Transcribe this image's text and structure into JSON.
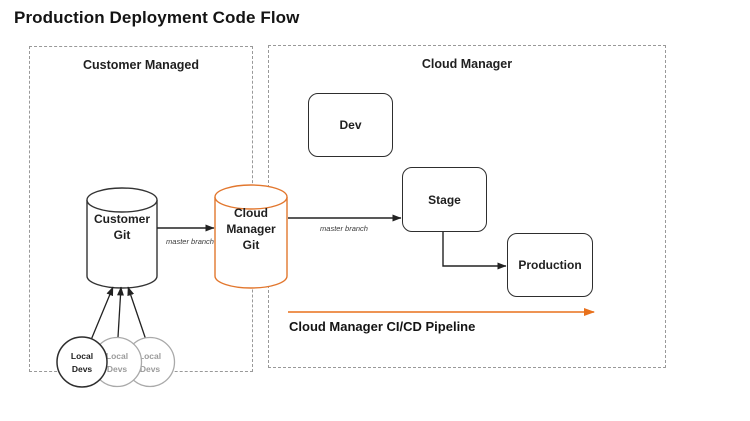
{
  "title": "Production Deployment Code Flow",
  "regions": {
    "customer_managed": {
      "label": "Customer Managed"
    },
    "cloud_manager": {
      "label": "Cloud Manager"
    }
  },
  "nodes": {
    "dev": {
      "label": "Dev"
    },
    "stage": {
      "label": "Stage"
    },
    "production": {
      "label": "Production"
    }
  },
  "cylinders": {
    "customer_git": {
      "lines": [
        "Customer",
        "Git"
      ]
    },
    "cloud_manager_git": {
      "lines": [
        "Cloud",
        "Manager",
        "Git"
      ]
    }
  },
  "edges": {
    "customer_git_to_cloud_manager_git": {
      "label": "master branch"
    },
    "cloud_manager_git_to_stage": {
      "label": "master branch"
    }
  },
  "pipeline": {
    "label": "Cloud Manager CI/CD Pipeline"
  },
  "local_devs": [
    {
      "line1": "Local",
      "line2": "Devs"
    },
    {
      "line1": "Local",
      "line2": "Devs"
    },
    {
      "line1": "Local",
      "line2": "Devs"
    }
  ],
  "colors": {
    "orange_cylinder": "#E2772E",
    "orange_pipeline": "#E8711C",
    "node_border": "#2E2E2E",
    "dashed_border": "#999999",
    "gray_circle": "#A9A9A9",
    "gray_text": "#9B9B9B"
  }
}
